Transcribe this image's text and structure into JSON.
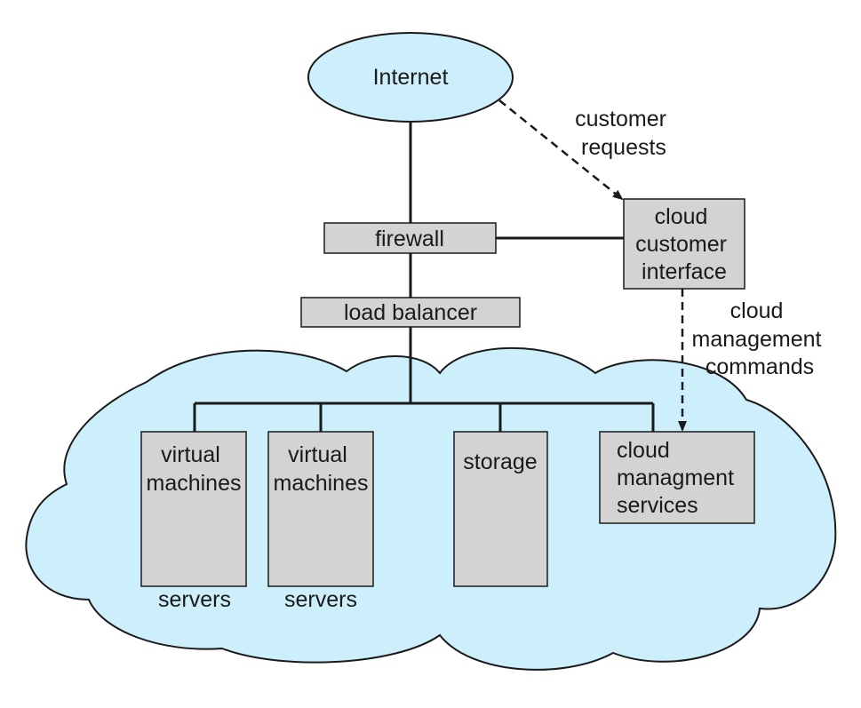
{
  "diagram": {
    "nodes": {
      "internet": {
        "label": "Internet"
      },
      "firewall": {
        "label": "firewall"
      },
      "load_balancer": {
        "label": "load balancer"
      },
      "cloud_customer_interface": {
        "lines": [
          "cloud",
          "customer",
          "interface"
        ]
      },
      "vm1": {
        "lines": [
          "virtual",
          "machines"
        ],
        "caption": "servers"
      },
      "vm2": {
        "lines": [
          "virtual",
          "machines"
        ],
        "caption": "servers"
      },
      "storage": {
        "label": "storage"
      },
      "cloud_management_services": {
        "lines": [
          "cloud",
          "managment",
          "services"
        ]
      }
    },
    "edge_labels": {
      "customer_requests": [
        "customer",
        "requests"
      ],
      "cloud_management_commands": [
        "cloud",
        "management",
        "commands"
      ]
    },
    "colors": {
      "cloud_fill": "#cdeefb",
      "box_fill": "#d3d3d3",
      "stroke": "#1a1a1a"
    }
  }
}
